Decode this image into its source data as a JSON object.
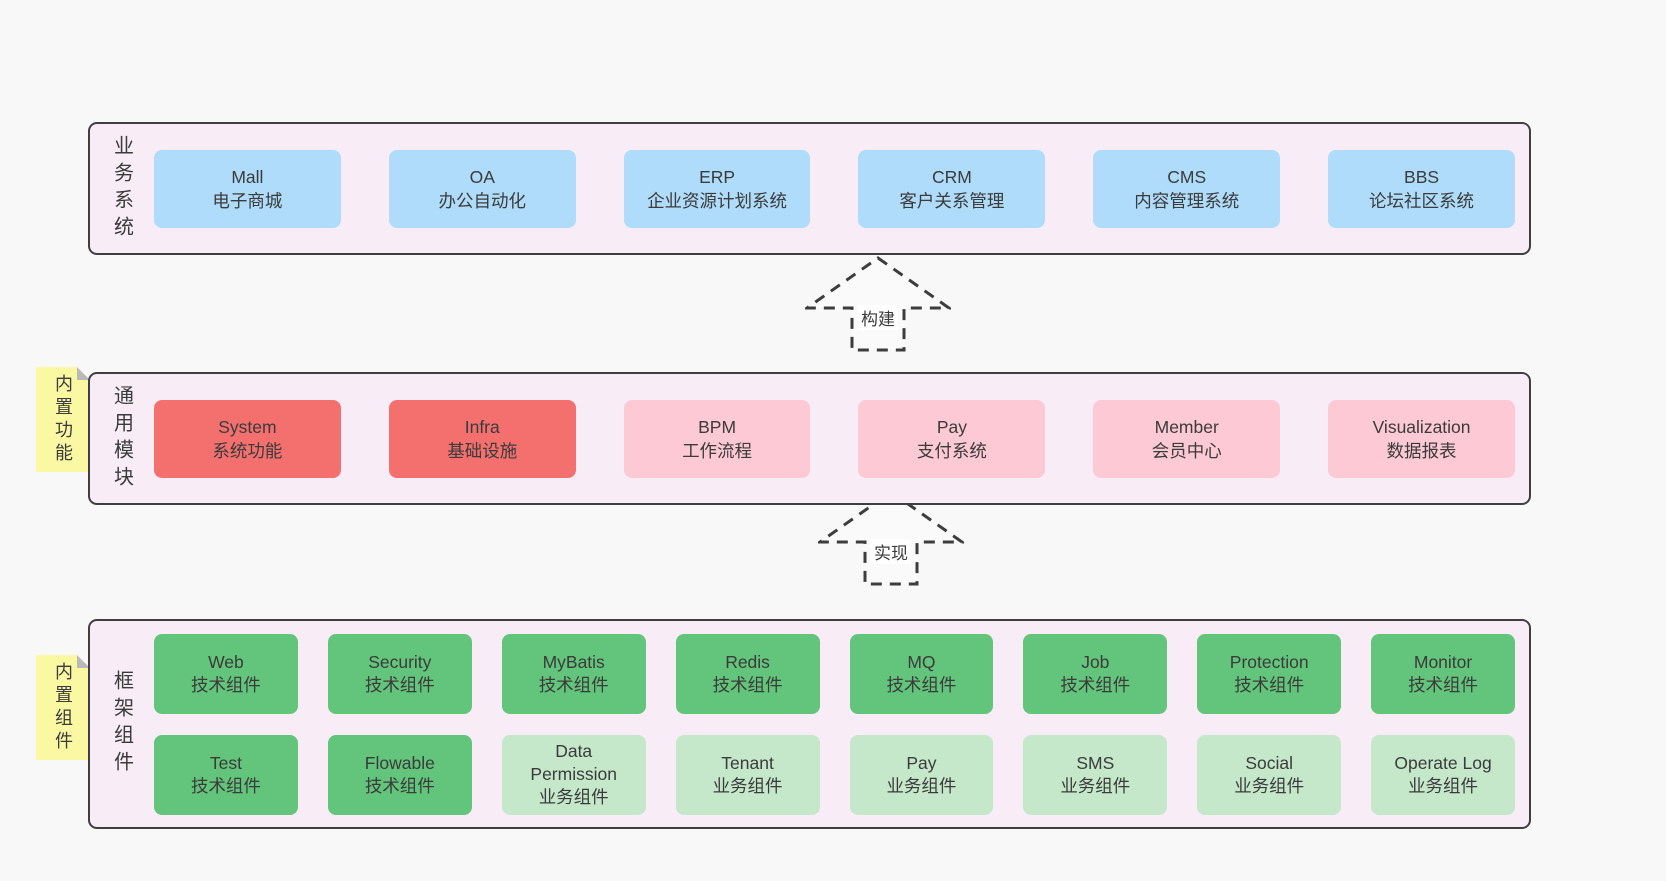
{
  "colors": {
    "pageBg": "#f8f8f8",
    "sectionBg": "#f8edf6",
    "border": "#3f3f3f",
    "text": "#3b3b3b",
    "arrowStroke": "#3d3d3d",
    "blue": "#aedcfa",
    "red": "#f3706f",
    "pink": "#fcc9d4",
    "green": "#63c57b",
    "lightGreen": "#c5e8cb",
    "note": "#fbf8a3"
  },
  "sections": [
    {
      "label": "业务系统",
      "boxes": [
        {
          "name": "Mall",
          "subtitle": "电子商城"
        },
        {
          "name": "OA",
          "subtitle": "办公自动化"
        },
        {
          "name": "ERP",
          "subtitle": "企业资源计划系统"
        },
        {
          "name": "CRM",
          "subtitle": "客户关系管理"
        },
        {
          "name": "CMS",
          "subtitle": "内容管理系统"
        },
        {
          "name": "BBS",
          "subtitle": "论坛社区系统"
        }
      ]
    },
    {
      "label": "通用模块",
      "note": "内置功能",
      "boxes": [
        {
          "name": "System",
          "subtitle": "系统功能"
        },
        {
          "name": "Infra",
          "subtitle": "基础设施"
        },
        {
          "name": "BPM",
          "subtitle": "工作流程"
        },
        {
          "name": "Pay",
          "subtitle": "支付系统"
        },
        {
          "name": "Member",
          "subtitle": "会员中心"
        },
        {
          "name": "Visualization",
          "subtitle": "数据报表"
        }
      ]
    },
    {
      "label": "框架组件",
      "note": "内置组件",
      "rows": [
        [
          {
            "name": "Web",
            "subtitle": "技术组件"
          },
          {
            "name": "Security",
            "subtitle": "技术组件"
          },
          {
            "name": "MyBatis",
            "subtitle": "技术组件"
          },
          {
            "name": "Redis",
            "subtitle": "技术组件"
          },
          {
            "name": "MQ",
            "subtitle": "技术组件"
          },
          {
            "name": "Job",
            "subtitle": "技术组件"
          },
          {
            "name": "Protection",
            "subtitle": "技术组件"
          },
          {
            "name": "Monitor",
            "subtitle": "技术组件"
          }
        ],
        [
          {
            "name": "Test",
            "subtitle": "技术组件"
          },
          {
            "name": "Flowable",
            "subtitle": "技术组件"
          },
          {
            "name": "Data Permission",
            "subtitle": "业务组件"
          },
          {
            "name": "Tenant",
            "subtitle": "业务组件"
          },
          {
            "name": "Pay",
            "subtitle": "业务组件"
          },
          {
            "name": "SMS",
            "subtitle": "业务组件"
          },
          {
            "name": "Social",
            "subtitle": "业务组件"
          },
          {
            "name": "Operate Log",
            "subtitle": "业务组件"
          }
        ]
      ]
    }
  ],
  "arrows": [
    {
      "label": "构建"
    },
    {
      "label": "实现"
    }
  ]
}
